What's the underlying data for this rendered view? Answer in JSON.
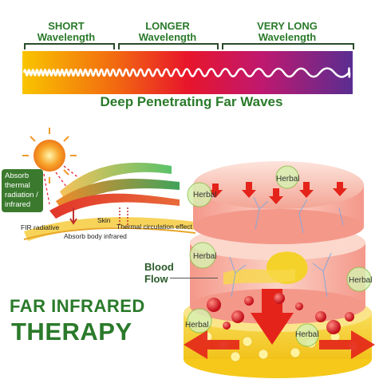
{
  "spectrum": {
    "short_label": [
      "SHORT",
      "Wavelength"
    ],
    "longer_label": [
      "LONGER",
      "Wavelength"
    ],
    "very_long_label": [
      "VERY LONG",
      "Wavelength"
    ],
    "caption": "Deep Penetrating Far Waves"
  },
  "skin_diagram": {
    "absorb_box": [
      "Absorb",
      "thermal",
      "radiation /",
      "infrared"
    ],
    "skin_label": "Skin",
    "fir_label": "FIR radiative",
    "absorb_body_label": "Absorb body infrared",
    "thermal_label": "Thermal circulation effect"
  },
  "tissue": {
    "herbal_labels": [
      "Herbal",
      "Herbal",
      "Herbal",
      "Herbal",
      "Herbal",
      "Herbal"
    ],
    "blood_flow": [
      "Blood",
      "Flow"
    ]
  },
  "therapy": {
    "line1": "FAR INFRARED",
    "line2": "THERAPY"
  },
  "colors": {
    "brand_green": "#2a7a2a",
    "spectrum_start": "#f9c400",
    "spectrum_mid": "#e8152b",
    "spectrum_end": "#5a2d91"
  }
}
